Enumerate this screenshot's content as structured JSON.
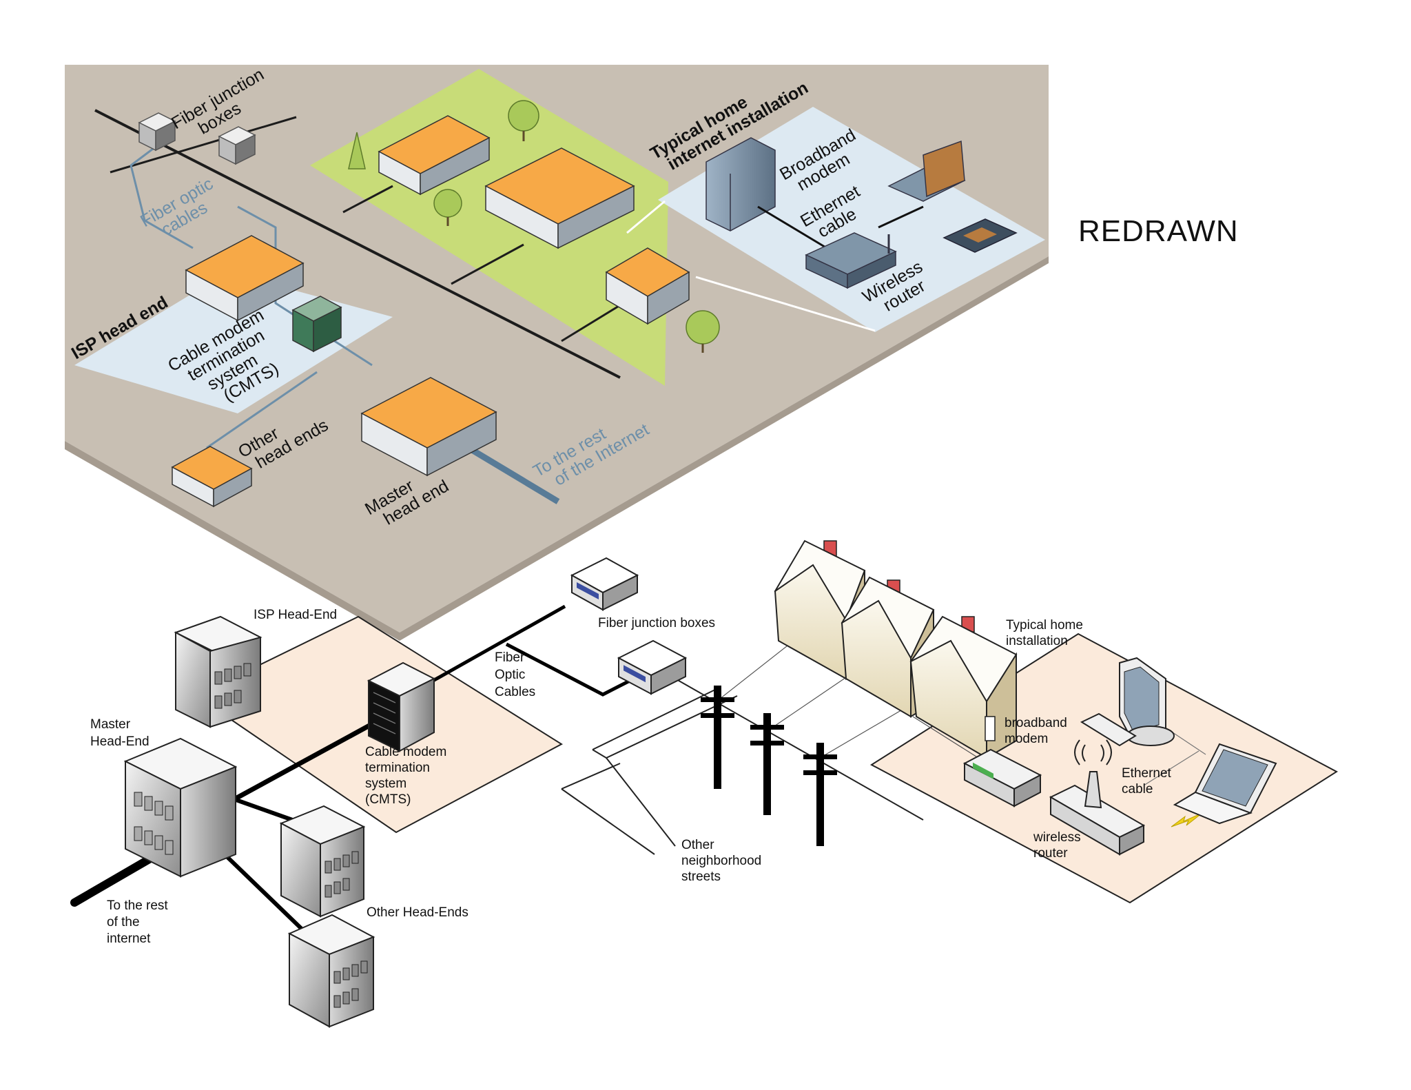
{
  "header": {
    "redrawn_label": "REDRAWN"
  },
  "original_diagram": {
    "fiber_junction_boxes": [
      "Fiber junction",
      "boxes"
    ],
    "fiber_optic_cables": [
      "Fiber optic",
      "cables"
    ],
    "typical_home": [
      "Typical home",
      "internet installation"
    ],
    "broadband_modem": [
      "Broadband",
      "modem"
    ],
    "ethernet_cable": [
      "Ethernet",
      "cable"
    ],
    "wireless_router": [
      "Wireless",
      "router"
    ],
    "isp_head_end": "ISP head end",
    "cmts": [
      "Cable modem",
      "termination",
      "system",
      "(CMTS)"
    ],
    "other_head_ends": [
      "Other",
      "head ends"
    ],
    "master_head_end": [
      "Master",
      "head end"
    ],
    "rest_of_internet": [
      "To the rest",
      "of the Internet"
    ]
  },
  "redrawn_diagram": {
    "isp_head_end": "ISP Head-End",
    "fiber_junction_boxes": "Fiber junction boxes",
    "fiber_optic_cables": [
      "Fiber",
      "Optic",
      "Cables"
    ],
    "typical_home": [
      "Typical home",
      "installation"
    ],
    "master_head_end": [
      "Master",
      "Head-End"
    ],
    "cmts": [
      "Cable modem",
      "termination",
      "system",
      "(CMTS)"
    ],
    "broadband_modem": [
      "broadband",
      "modem"
    ],
    "ethernet_cable": [
      "Ethernet",
      "cable"
    ],
    "wireless_router": [
      "wireless",
      "router"
    ],
    "other_streets": [
      "Other",
      "neighborhood",
      "streets"
    ],
    "rest_of_internet": [
      "To the rest",
      "of the",
      "internet"
    ],
    "other_head_ends": "Other Head-Ends"
  },
  "colors": {
    "ground": "#c8bfb3",
    "ground_edge": "#a59b8f",
    "lawn": "#c8dc78",
    "panel_blue": "#dde9f2",
    "roof_orange": "#f7a947",
    "panel_peach": "#fbeadb",
    "fiber_blue": "#6d8fa9"
  }
}
